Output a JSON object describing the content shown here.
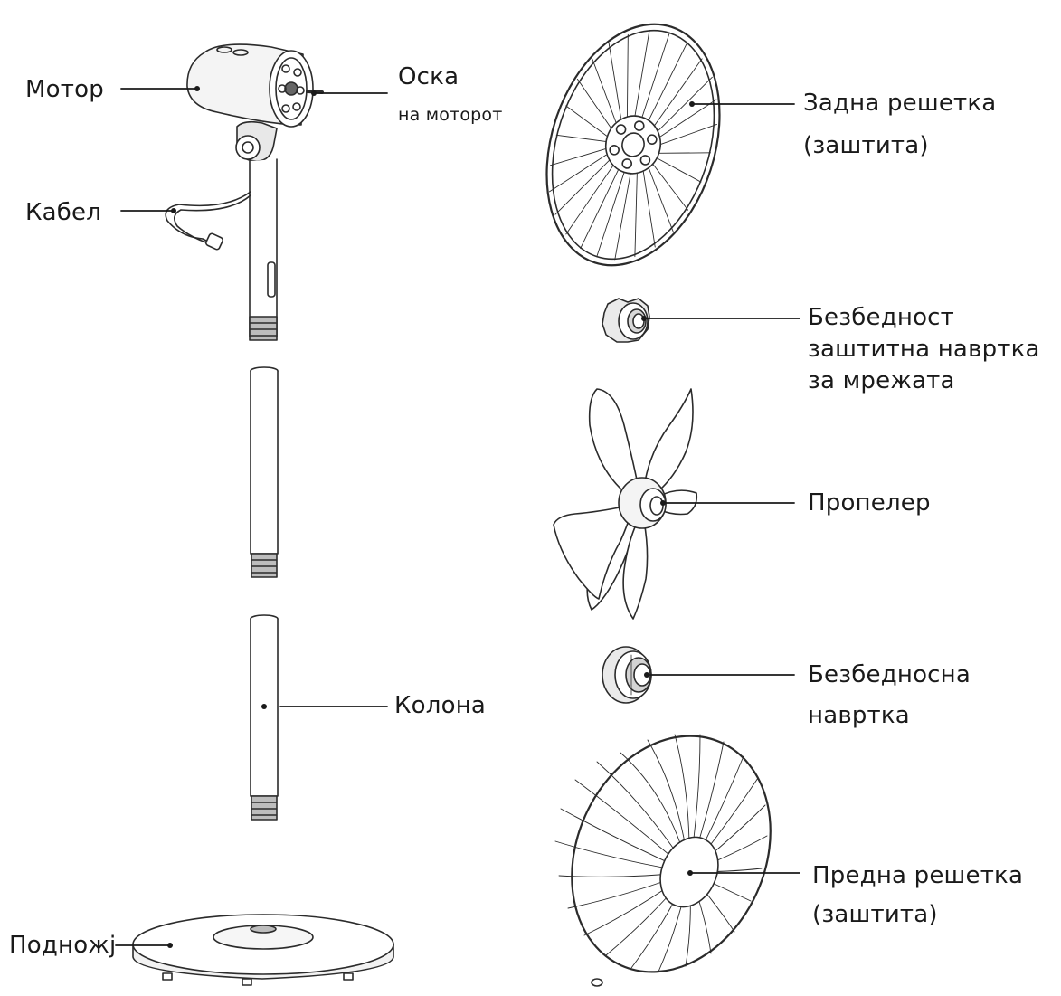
{
  "parts": {
    "motor": "Мотор",
    "shaft": "Оска",
    "shaft_sub": "на моторот",
    "cable": "Кабел",
    "rear_guard": [
      "Задна решетка",
      "(заштита)"
    ],
    "safety_nut_guard": [
      "Безбедност",
      "заштитна наврткa",
      "за мрежата"
    ],
    "propeller": "Пропелер",
    "safety_nut": [
      "Безбедносна",
      "навртка"
    ],
    "column": "Колона",
    "front_guard": [
      "Предна решетка",
      "(заштита)"
    ],
    "base": "Подножј"
  },
  "colors": {
    "line": "#2b2b2b",
    "text": "#1a1a1a",
    "shade": "#dcdcdc"
  }
}
